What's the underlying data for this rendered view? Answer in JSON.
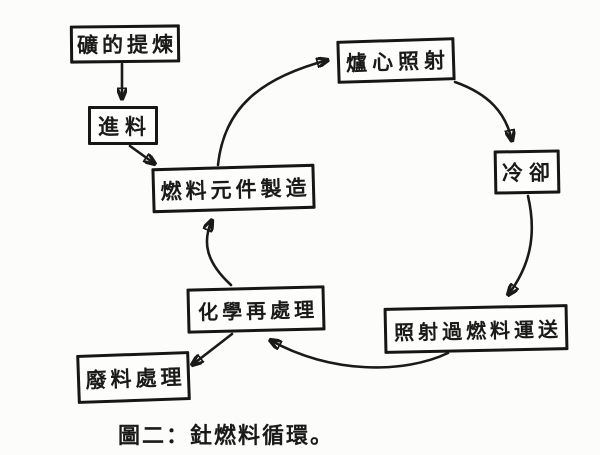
{
  "figure": {
    "caption": "圖二：釷燃料循環。",
    "colors": {
      "ink": "#1a1a1a",
      "paper": "#fcfcfa"
    },
    "nodes": {
      "ore_refining": {
        "label": "礦的提煉"
      },
      "feed": {
        "label": "進料"
      },
      "fuel_element_fabrication": {
        "label": "燃料元件製造"
      },
      "in_core_irradiation": {
        "label": "爐心照射"
      },
      "cooling": {
        "label": "冷卻"
      },
      "irradiated_fuel_transport": {
        "label": "照射過燃料運送"
      },
      "chemical_reprocessing": {
        "label": "化學再處理"
      },
      "waste_treatment": {
        "label": "廢料處理"
      }
    },
    "edges": [
      {
        "from": "礦的提煉",
        "to": "進料"
      },
      {
        "from": "進料",
        "to": "燃料元件製造"
      },
      {
        "from": "燃料元件製造",
        "to": "爐心照射"
      },
      {
        "from": "爐心照射",
        "to": "冷卻"
      },
      {
        "from": "冷卻",
        "to": "照射過燃料運送"
      },
      {
        "from": "照射過燃料運送",
        "to": "化學再處理"
      },
      {
        "from": "化學再處理",
        "to": "燃料元件製造"
      },
      {
        "from": "化學再處理",
        "to": "廢料處理"
      }
    ]
  }
}
